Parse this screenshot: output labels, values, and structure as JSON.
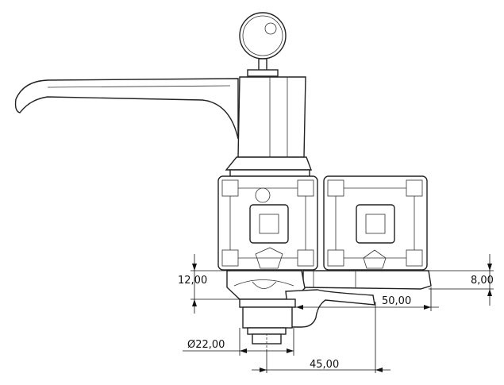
{
  "dimensions": {
    "height_left": "12,00",
    "height_right": "8,00",
    "lever_length": "50,00",
    "diameter": "Ø22,00",
    "offset": "45,00"
  }
}
